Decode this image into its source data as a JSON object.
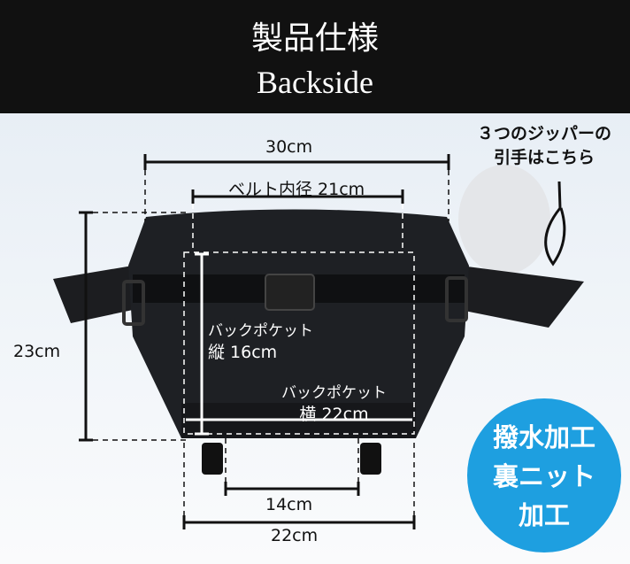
{
  "header": {
    "title_ja": "製品仕様",
    "title_en": "Backside"
  },
  "dimensions": {
    "width_top": "30cm",
    "belt_inner": "ベルト内径 21cm",
    "height": "23cm",
    "pocket_v_line1": "バックポケット",
    "pocket_v_line2": "縦 16cm",
    "pocket_h_line1": "バックポケット",
    "pocket_h_line2": "横 22cm",
    "bottom_inner": "14cm",
    "bottom_width": "22cm"
  },
  "zipper_note": {
    "line1": "３つのジッパーの",
    "line2": "引手はこちら"
  },
  "badge": {
    "line1": "撥水加工",
    "line2": "裏ニット",
    "line3": "加工",
    "color": "#1e9fe0"
  }
}
